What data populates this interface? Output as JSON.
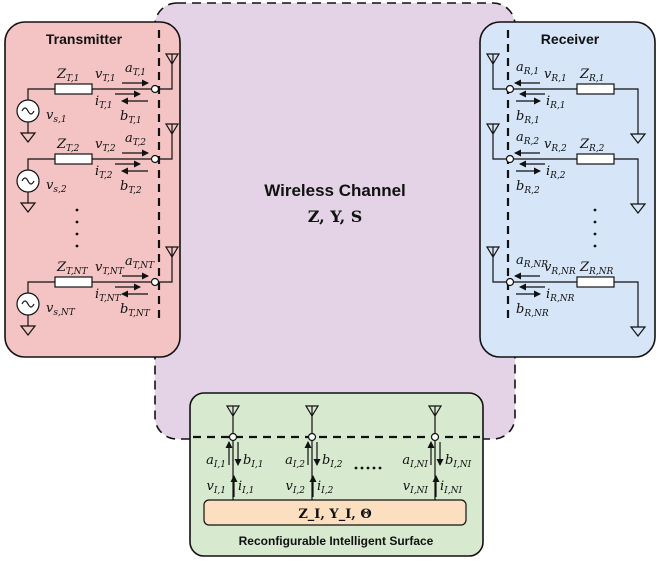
{
  "colors": {
    "channel": "#e4d3e6",
    "transmitter": "#f4c4c4",
    "receiver": "#d6e6f8",
    "ris": "#d7e9cf",
    "ris_block": "#fbdfc0"
  },
  "labels": {
    "transmitter": "Transmitter",
    "receiver": "Receiver",
    "channel_title": "Wireless Channel",
    "channel_mats": "Z, Y, S",
    "ris_title": "Reconfigurable Intelligent Surface",
    "ris_mats": "Z_I, Y_I, Θ"
  },
  "icons": [
    "antenna-icon",
    "voltage-source-icon",
    "ground-icon",
    "impedance-icon",
    "port-node-icon"
  ],
  "tx": {
    "branches": [
      {
        "Z": "Z",
        "Zs": "T,1",
        "v": "v",
        "vs": "T,1",
        "i": "i",
        "is": "T,1",
        "a": "a",
        "as": "T,1",
        "b": "b",
        "bs": "T,1",
        "src": "v",
        "srcs": "s,1"
      },
      {
        "Z": "Z",
        "Zs": "T,2",
        "v": "v",
        "vs": "T,2",
        "i": "i",
        "is": "T,2",
        "a": "a",
        "as": "T,2",
        "b": "b",
        "bs": "T,2",
        "src": "v",
        "srcs": "s,2"
      },
      {
        "Z": "Z",
        "Zs": "T,N_T",
        "v": "v",
        "vs": "T,N_T",
        "i": "i",
        "is": "T,N_T",
        "a": "a",
        "as": "T,N_T",
        "b": "b",
        "bs": "T,N_T",
        "src": "v",
        "srcs": "s,N_T"
      }
    ]
  },
  "rx": {
    "branches": [
      {
        "Z": "Z",
        "Zs": "R,1",
        "v": "v",
        "vs": "R,1",
        "i": "i",
        "is": "R,1",
        "a": "a",
        "as": "R,1",
        "b": "b",
        "bs": "R,1"
      },
      {
        "Z": "Z",
        "Zs": "R,2",
        "v": "v",
        "vs": "R,2",
        "i": "i",
        "is": "R,2",
        "a": "a",
        "as": "R,2",
        "b": "b",
        "bs": "R,2"
      },
      {
        "Z": "Z",
        "Zs": "R,N_R",
        "v": "v",
        "vs": "R,N_R",
        "i": "i",
        "is": "R,N_R",
        "a": "a",
        "as": "R,N_R",
        "b": "b",
        "bs": "R,N_R"
      }
    ]
  },
  "ris": {
    "elements": [
      {
        "a": "a",
        "as": "I,1",
        "b": "b",
        "bs": "I,1",
        "v": "v",
        "vs": "I,1",
        "i": "i",
        "is": "I,1"
      },
      {
        "a": "a",
        "as": "I,2",
        "b": "b",
        "bs": "I,2",
        "v": "v",
        "vs": "I,2",
        "i": "i",
        "is": "I,2"
      },
      {
        "a": "a",
        "as": "I,N_I",
        "b": "b",
        "bs": "I,N_I",
        "v": "v",
        "vs": "I,N_I",
        "i": "i",
        "is": "I,N_I"
      }
    ]
  }
}
